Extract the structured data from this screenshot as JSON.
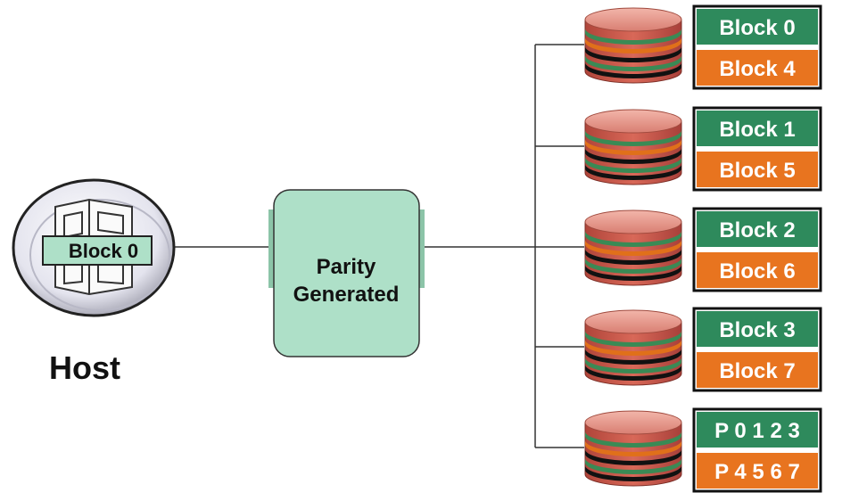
{
  "host": {
    "label": "Host",
    "block_label": "Block 0"
  },
  "controller": {
    "line1": "Parity",
    "line2": "Generated"
  },
  "disks": [
    {
      "top": "Block 0",
      "bottom": "Block 4",
      "top_kind": "data",
      "bottom_kind": "data"
    },
    {
      "top": "Block 1",
      "bottom": "Block 5",
      "top_kind": "data",
      "bottom_kind": "data"
    },
    {
      "top": "Block 2",
      "bottom": "Block 6",
      "top_kind": "data",
      "bottom_kind": "data"
    },
    {
      "top": "Block 3",
      "bottom": "Block 7",
      "top_kind": "data",
      "bottom_kind": "data"
    },
    {
      "top": "P 0 1 2 3",
      "bottom": "P 4 5 6 7",
      "top_kind": "parity",
      "bottom_kind": "parity"
    }
  ],
  "colors": {
    "green_block": "#2e8a5c",
    "orange_block": "#e8741f",
    "controller_fill": "#aee0c8",
    "disk_top": "#e8a095",
    "disk_body": "#cc5a4a",
    "stripe_green": "#3a8a55",
    "stripe_orange": "#e0701a",
    "stripe_black": "#111111"
  }
}
